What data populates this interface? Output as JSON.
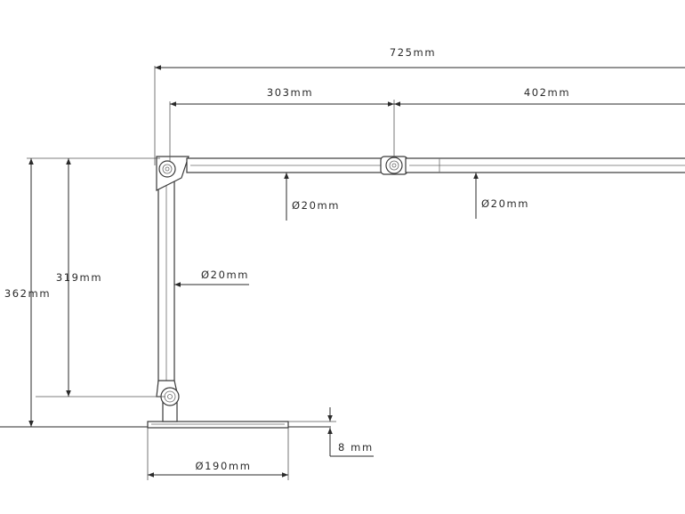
{
  "diagram": {
    "dimensions": {
      "total_reach": "725mm",
      "upper_arm_length": "303mm",
      "lamp_arm_length": "402mm",
      "total_height": "362mm",
      "arm_height": "319mm",
      "lamp_arm_diameter": "Ø20mm",
      "head_diameter": "Ø20mm",
      "upright_diameter": "Ø20mm",
      "base_diameter": "Ø190mm",
      "base_thickness": "8 mm"
    }
  }
}
